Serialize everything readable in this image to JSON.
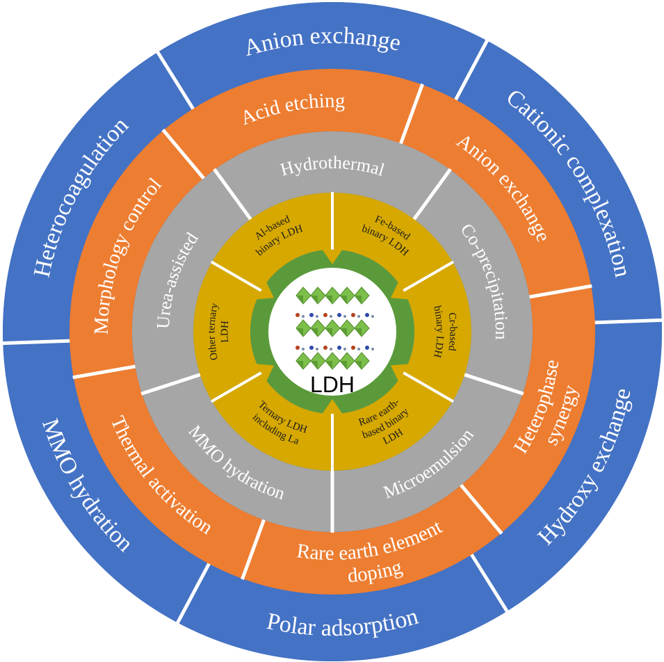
{
  "colors": {
    "outer": "#4472c4",
    "orange": "#ed7d31",
    "gray": "#a6a6a6",
    "gold": "#d6a800",
    "green": "#5b9a3b",
    "center": "#ffffff",
    "separator": "#ffffff"
  },
  "center": {
    "label": "LDH"
  },
  "outer_ring": [
    {
      "label": "Anion exchange"
    },
    {
      "label": "Cationic complexation"
    },
    {
      "label": "Hydroxy exchange"
    },
    {
      "label": "Polar adsorption"
    },
    {
      "label": "MMO hydration"
    },
    {
      "label": "Heterocoagulation"
    }
  ],
  "orange_ring": [
    {
      "lines": [
        "Acid etching"
      ]
    },
    {
      "lines": [
        "Anion exchange"
      ]
    },
    {
      "lines": [
        "Heterophase",
        "synergy"
      ]
    },
    {
      "lines": [
        "Rare earth element",
        "doping"
      ]
    },
    {
      "lines": [
        "Thermal activation"
      ]
    },
    {
      "lines": [
        "Morphology control"
      ]
    }
  ],
  "gray_ring": [
    {
      "label": "Hydrothermal"
    },
    {
      "label": "Co-precipitation"
    },
    {
      "label": "Microemulsion"
    },
    {
      "label": "MMO hydration"
    },
    {
      "label": "Urea-assisted"
    }
  ],
  "gold_ring": [
    {
      "lines": [
        "Al-based",
        "binary LDH"
      ]
    },
    {
      "lines": [
        "Fe-based",
        "binary LDH"
      ]
    },
    {
      "lines": [
        "Cr-based",
        "binary LDH"
      ]
    },
    {
      "lines": [
        "Rare earth-",
        "based binary",
        "LDH"
      ]
    },
    {
      "lines": [
        "Ternary LDH",
        "including La"
      ]
    },
    {
      "lines": [
        "Other ternary",
        "LDH"
      ]
    }
  ]
}
